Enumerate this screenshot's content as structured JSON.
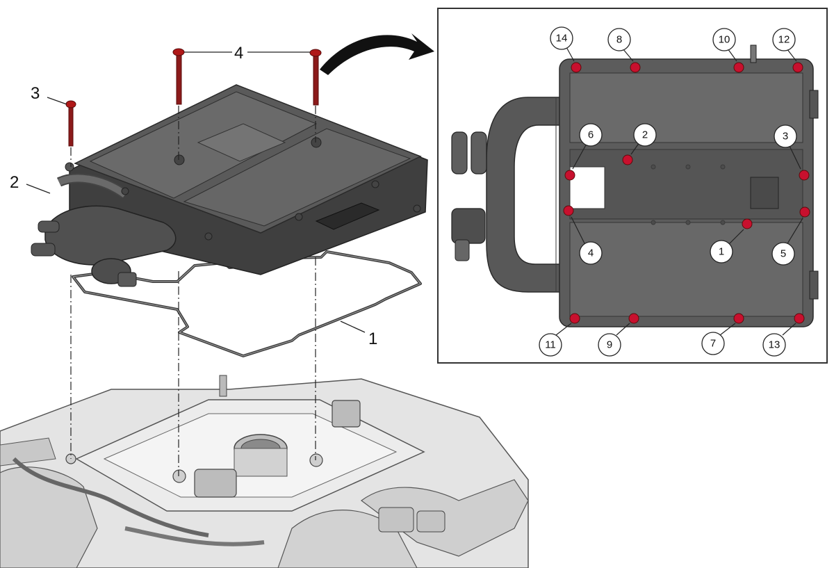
{
  "main_view": {
    "callouts": [
      {
        "id": "gasket",
        "label": "1"
      },
      {
        "id": "intake-cover",
        "label": "2"
      },
      {
        "id": "short-bolt",
        "label": "3"
      },
      {
        "id": "long-bolts",
        "label": "4"
      }
    ]
  },
  "detail_view": {
    "tightening_sequence": [
      {
        "position": "top-center-left",
        "label": "2"
      },
      {
        "position": "center-left",
        "label": "1"
      },
      {
        "position": "mid-right-upper",
        "label": "3"
      },
      {
        "position": "mid-left-lower",
        "label": "4"
      },
      {
        "position": "mid-right-lower",
        "label": "5"
      },
      {
        "position": "mid-left-upper",
        "label": "6"
      },
      {
        "position": "bottom-right-inner",
        "label": "7"
      },
      {
        "position": "top-left-inner",
        "label": "8"
      },
      {
        "position": "bottom-left-inner",
        "label": "9"
      },
      {
        "position": "top-right-inner",
        "label": "10"
      },
      {
        "position": "bottom-left-corner",
        "label": "11"
      },
      {
        "position": "top-right-corner",
        "label": "12"
      },
      {
        "position": "bottom-right-corner",
        "label": "13"
      },
      {
        "position": "top-left-corner",
        "label": "14"
      }
    ]
  },
  "colors": {
    "cover_dark": "#4a4a4a",
    "cover_mid": "#5f5f5f",
    "cover_light": "#767676",
    "bolt_red": "#c8102e",
    "engine_light": "#d6d6d6",
    "engine_line": "#555555",
    "frame": "#333333"
  }
}
